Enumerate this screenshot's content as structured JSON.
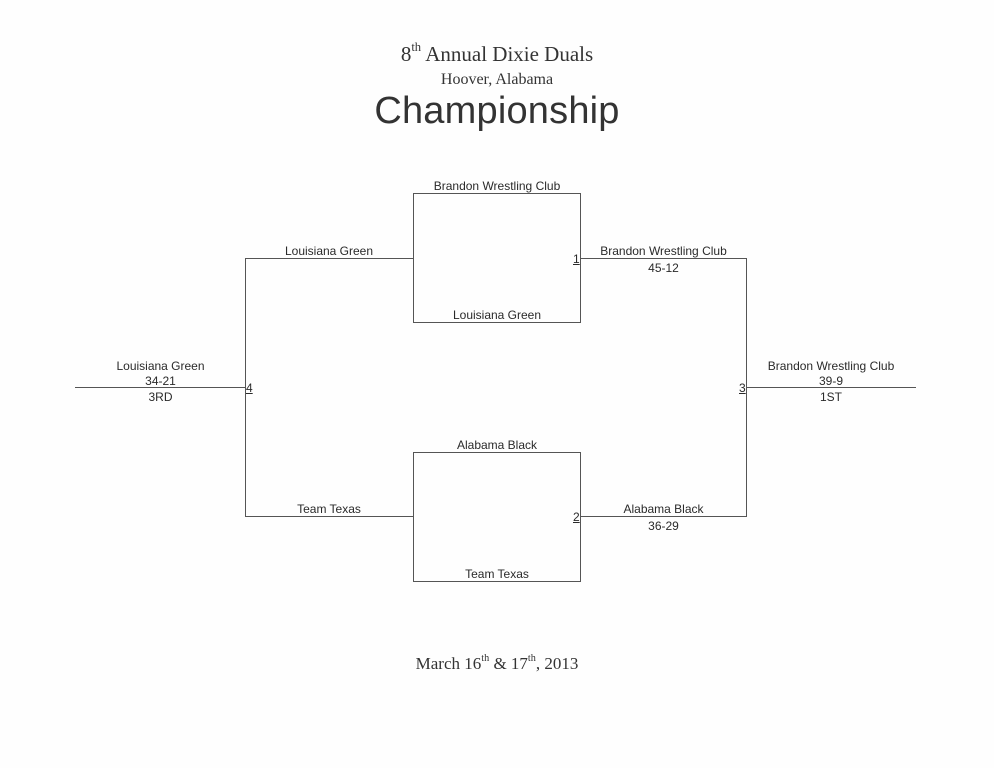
{
  "header": {
    "ordinal": "8",
    "ordinal_suffix": "th",
    "event_name": "Annual Dixie Duals",
    "location": "Hoover, Alabama",
    "title": "Championship"
  },
  "footer": {
    "month": "March",
    "day1": "16",
    "day1_suffix": "th",
    "connector": "&",
    "day2": "17",
    "day2_suffix": "th",
    "year": ", 2013"
  },
  "bracket": {
    "match1": {
      "number": "1",
      "top_team": "Brandon Wrestling Club",
      "bottom_team": "Louisiana Green",
      "winner": "Brandon Wrestling Club",
      "score": "45-12"
    },
    "match2": {
      "number": "2",
      "top_team": "Alabama Black",
      "bottom_team": "Team Texas",
      "winner": "Alabama Black",
      "score": "36-29"
    },
    "match3": {
      "number": "3",
      "winner": "Brandon Wrestling Club",
      "score": "39-9",
      "place": "1ST"
    },
    "match4": {
      "number": "4",
      "top_team": "Louisiana Green",
      "bottom_team": "Team Texas",
      "winner": "Louisiana Green",
      "score": "34-21",
      "place": "3RD"
    }
  }
}
